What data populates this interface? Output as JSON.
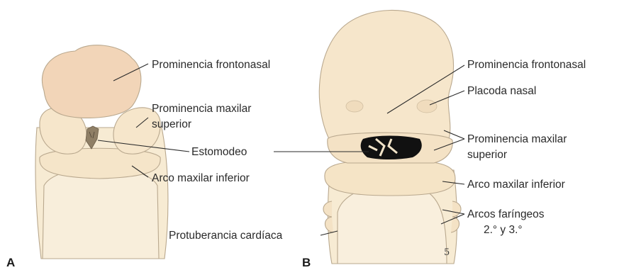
{
  "figure": {
    "panel_a": {
      "letter": "A",
      "labels": {
        "frontonasal": "Prominencia frontonasal",
        "maxilar_line1": "Prominencia maxilar",
        "maxilar_line2": "superior",
        "estomodeo": "Estomodeo",
        "arco_inferior": "Arco maxilar inferior"
      }
    },
    "panel_b": {
      "letter": "B",
      "labels": {
        "frontonasal": "Prominencia frontonasal",
        "placoda": "Placoda nasal",
        "maxilar_line1": "Prominencia maxilar",
        "maxilar_line2": "superior",
        "arco_inferior": "Arco maxilar inferior",
        "arcos_line1": "Arcos faríngeos",
        "arcos_line2": "2.° y 3.°",
        "cardiaca": "Protuberancia cardíaca"
      },
      "signature": "5"
    },
    "colors": {
      "tissue_light": "#f7ebd3",
      "tissue_mid": "#f3e1c2",
      "frontonasal_fill": "#f2d5b8",
      "outline": "#b9a88e",
      "mouth": "#111111"
    }
  }
}
